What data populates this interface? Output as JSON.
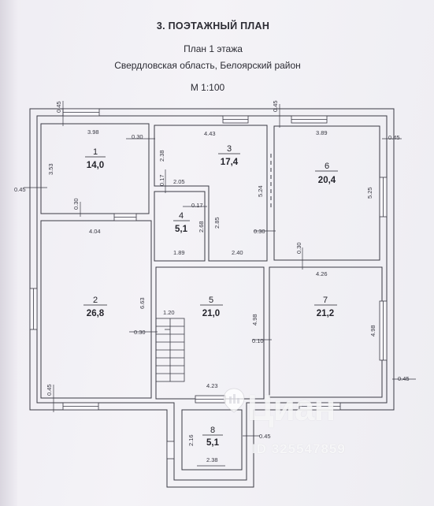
{
  "header": {
    "section_title": "3. ПОЭТАЖНЫЙ ПЛАН",
    "floor": "План 1 этажа",
    "location": "Свердловская область, Белоярский район",
    "scale": "М 1:100"
  },
  "rooms": [
    {
      "number": "1",
      "area": "14,0"
    },
    {
      "number": "2",
      "area": "26,8"
    },
    {
      "number": "3",
      "area": "17,4"
    },
    {
      "number": "4",
      "area": "5,1"
    },
    {
      "number": "5",
      "area": "21,0"
    },
    {
      "number": "6",
      "area": "20,4"
    },
    {
      "number": "7",
      "area": "21,2"
    },
    {
      "number": "8",
      "area": "5,1"
    }
  ],
  "dimensions": {
    "d045_top_left": "0.45",
    "d398": "3.98",
    "d030_r1": "0.30",
    "d353": "3.53",
    "d045_left": "0.45",
    "d030_r1b": "0.30",
    "d404": "4.04",
    "d663": "6.63",
    "d030_stair": "0.30",
    "d045_bottom_left": "0.45",
    "d443": "4.43",
    "d238": "2.38",
    "d017a": "0.17",
    "d205": "2.05",
    "d017b": "0.17",
    "d268": "2.68",
    "d285": "2.85",
    "d524": "5.24",
    "d030_r3": "0.30",
    "d189": "1.89",
    "d240": "2.40",
    "d045_top_mid": "0.45",
    "d389": "3.89",
    "d045_right_top": "0.45",
    "d525": "5.25",
    "d030_r6": "0.30",
    "d426": "4.26",
    "d498_left": "4.98",
    "d010": "0.10",
    "d498_right": "4.98",
    "d120": "1.20",
    "d423": "4.23",
    "d045_right_bottom": "0.45",
    "d216": "2.16",
    "d045_porch": "0.45",
    "d238_porch": "2.38"
  },
  "watermark": {
    "brand": "Циан",
    "id_text": "ID 325547859"
  }
}
